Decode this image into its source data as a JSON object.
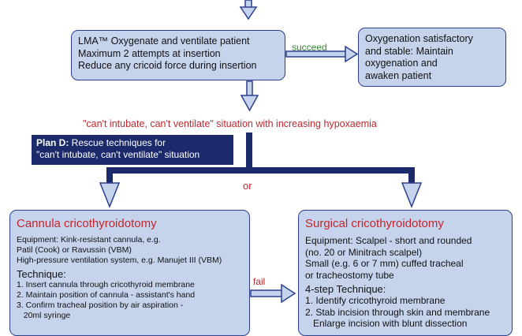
{
  "lma_box": {
    "lines": [
      "LMA™ Oxygenate and ventilate patient",
      "Maximum 2 attempts at insertion",
      "Reduce any cricoid force during insertion"
    ]
  },
  "succeed_label": "succeed",
  "oxygenation_box": {
    "lines": [
      "Oxygenation satisfactory",
      "and stable: Maintain",
      "oxygenation and",
      "awaken patient"
    ]
  },
  "situation_text": "\"can't intubate, can't ventilate\" situation with increasing hypoxaemia",
  "plan_d": {
    "prefix": "Plan D:",
    "line1_rest": " Rescue techniques for",
    "line2": "\"can't intubate, can't ventilate\" situation"
  },
  "or_label": "or",
  "fail_label": "fail",
  "cannula": {
    "title": "Cannula cricothyroidotomy",
    "equipment": [
      "Equipment: Kink-resistant cannula, e.g.",
      "Patil (Cook) or Ravussin (VBM)",
      "High-pressure ventilation system, e.g. Manujet III (VBM)"
    ],
    "technique_heading": "Technique:",
    "steps": [
      "1. Insert cannula through cricothyroid membrane",
      "2. Maintain position of cannula - assistant's hand",
      "3. Confirm tracheal position by air aspiration -",
      "   20ml syringe"
    ]
  },
  "surgical": {
    "title": "Surgical cricothyroidotomy",
    "equipment": [
      "Equipment: Scalpel - short and rounded",
      "(no. 20 or Minitrach scalpel)",
      "Small (e.g. 6 or 7 mm) cuffed tracheal",
      "or tracheostomy tube"
    ],
    "technique_heading": "4-step Technique:",
    "steps": [
      "1. Identify cricothyroid membrane",
      "2. Stab incision through skin and membrane",
      "   Enlarge incision with blunt dissection"
    ]
  },
  "colors": {
    "box_fill": "#c6d3ec",
    "border": "#2c3f8f",
    "accent_red": "#c1272d",
    "succeed_green": "#2e8b2e",
    "plan_bg": "#1c2a6b"
  }
}
